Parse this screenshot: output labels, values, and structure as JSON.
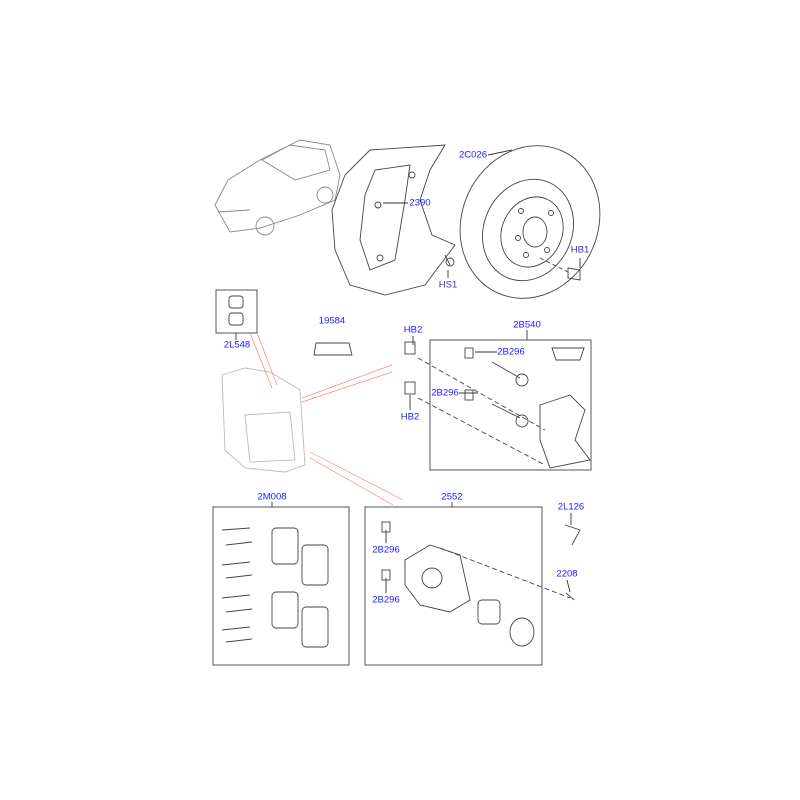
{
  "diagram": {
    "title": "Rear brake components",
    "colors": {
      "label": "#1a1aff",
      "line": "#333333",
      "leader": "#ff6666",
      "part": "#555555"
    },
    "callouts": {
      "disc": "2C026",
      "splash_shield": "2390",
      "disc_bolt": "HB1",
      "shield_screw": "HS1",
      "guide_pin_boots": "2L548",
      "pad_wear_indicator": "19584",
      "bracket_bolt_top": "HB2",
      "caliper_bracket_kit": "2B540",
      "guide_pin_top": "2B296",
      "guide_pin_bottom": "2B296",
      "bracket_bolt_bottom": "HB2",
      "pad_kit": "2M008",
      "caliper": "2552",
      "bracket_clip": "2L126",
      "caliper_pin_top": "2B296",
      "bleed_screw": "2208",
      "caliper_pin_bottom": "2B296"
    }
  }
}
